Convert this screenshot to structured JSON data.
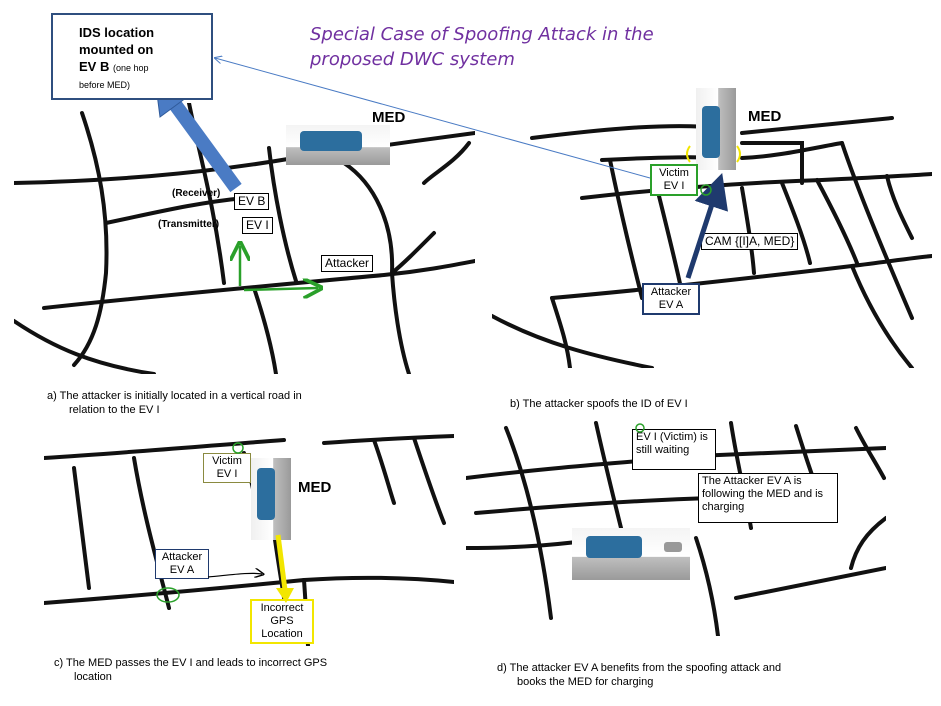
{
  "title_line1": "Special Case of Spoofing Attack in the",
  "title_line2": "proposed DWC system",
  "ids_box": {
    "line1": "IDS location",
    "line2": "mounted on",
    "line3_main": "EV B",
    "line3_small": "(one hop",
    "line4": "before MED)"
  },
  "panel_a": {
    "med": "MED",
    "receiver": "(Receiver)",
    "transmitter": "(Transmitter)",
    "ev_b": "EV B",
    "ev_i": "EV I",
    "attacker": "Attacker",
    "caption_line1": "a)    The attacker is initially located in a vertical road in",
    "caption_line2": "relation to the EV I"
  },
  "panel_b": {
    "med": "MED",
    "victim_line1": "Victim",
    "victim_line2": "EV I",
    "cam": "CAM {[I]A, MED}",
    "attacker_line1": "Attacker",
    "attacker_line2": "EV A",
    "caption": "b) The attacker spoofs the ID of EV I"
  },
  "panel_c": {
    "med": "MED",
    "victim_line1": "Victim",
    "victim_line2": "EV I",
    "attacker_line1": "Attacker",
    "attacker_line2": "EV A",
    "gps_line1": "Incorrect",
    "gps_line2": "GPS",
    "gps_line3": "Location",
    "caption_line1": "c) The MED passes the EV I and leads to incorrect GPS",
    "caption_line2": "location"
  },
  "panel_d": {
    "waiting_line1": "EV I (Victim) is",
    "waiting_line2": "still waiting",
    "following_line1": "The Attacker EV A is",
    "following_line2": "following the MED and is",
    "following_line3": "charging",
    "caption_line1": "d) The attacker EV A benefits from the spoofing attack and",
    "caption_line2": "books the MED for charging"
  },
  "colors": {
    "title": "#7030a0",
    "ids_arrow": "#4a7bc4",
    "green": "#2aa02a",
    "navy": "#1f3a6e",
    "yellow": "#f2e600",
    "bus": "#2c6e9e"
  }
}
